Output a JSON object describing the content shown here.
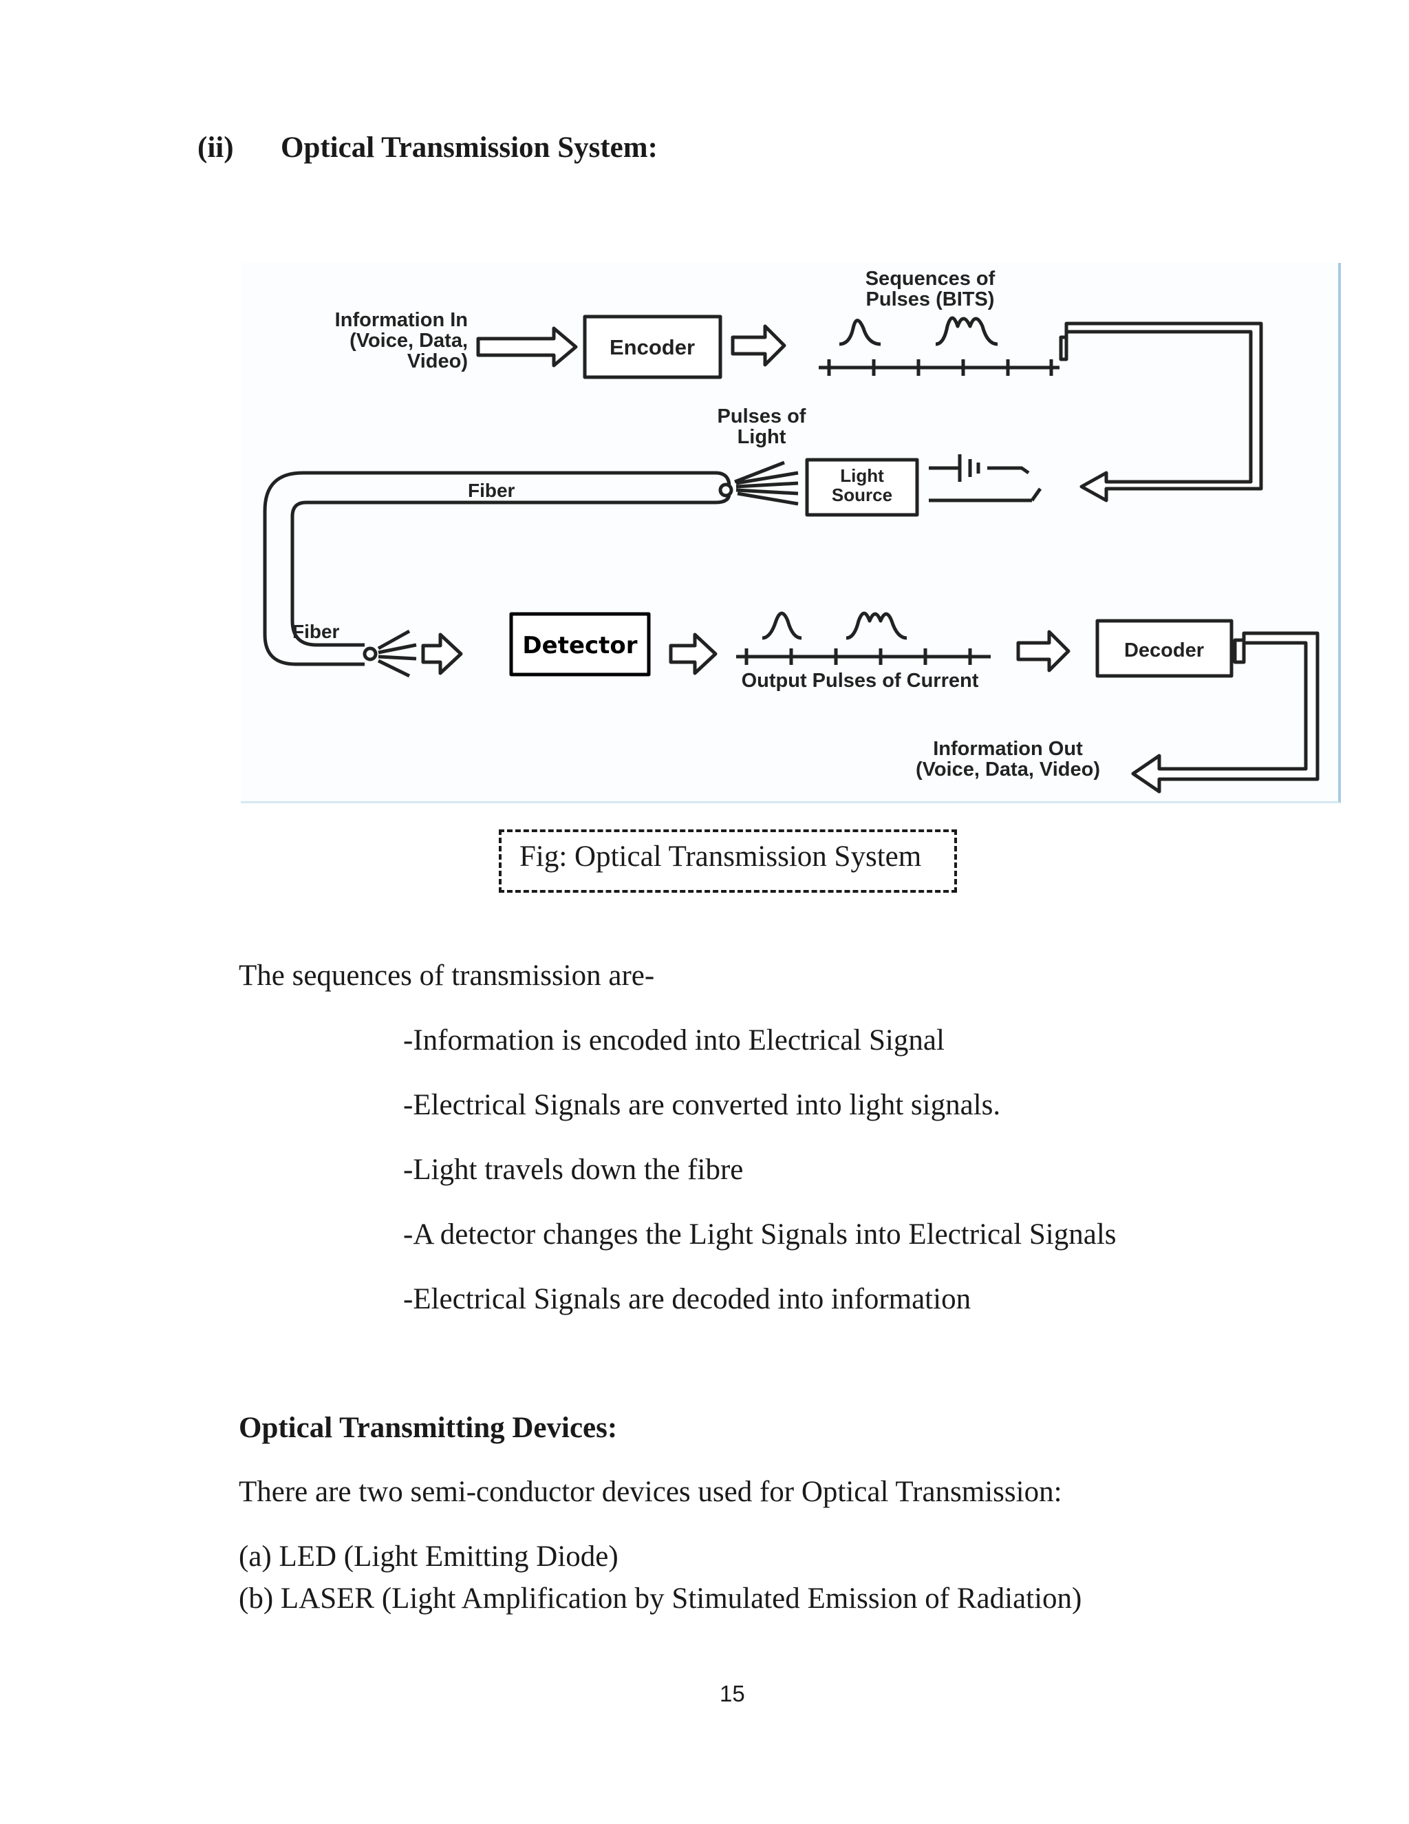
{
  "heading": {
    "number": "(ii)",
    "title": "Optical Transmission System:"
  },
  "figure": {
    "info_in": [
      "Information In",
      "(Voice, Data,",
      "Video)"
    ],
    "encoder": "Encoder",
    "sequences": [
      "Sequences of",
      "Pulses (BITS)"
    ],
    "pulses_of_light": [
      "Pulses of",
      "Light"
    ],
    "light_source": [
      "Light",
      "Source"
    ],
    "fiber_top": "Fiber",
    "fiber_bottom": "Fiber",
    "detector": "Detector",
    "output_pulses": "Output Pulses of Current",
    "decoder": "Decoder",
    "info_out": [
      "Information Out",
      "(Voice, Data, Video)"
    ]
  },
  "caption": "Fig: Optical Transmission System",
  "intro": "The sequences of transmission are-",
  "steps": [
    "-Information is encoded into Electrical Signal",
    "-Electrical Signals are converted into light signals.",
    "-Light travels down the fibre",
    "-A detector changes the Light Signals into Electrical Signals",
    "-Electrical Signals are decoded into information"
  ],
  "devices_heading": "Optical Transmitting Devices:",
  "devices_intro": "There are two semi-conductor devices used for Optical Transmission:",
  "devices": [
    "(a) LED (Light Emitting Diode)",
    "(b) LASER (Light Amplification by Stimulated Emission of Radiation)"
  ],
  "page_number": "15"
}
